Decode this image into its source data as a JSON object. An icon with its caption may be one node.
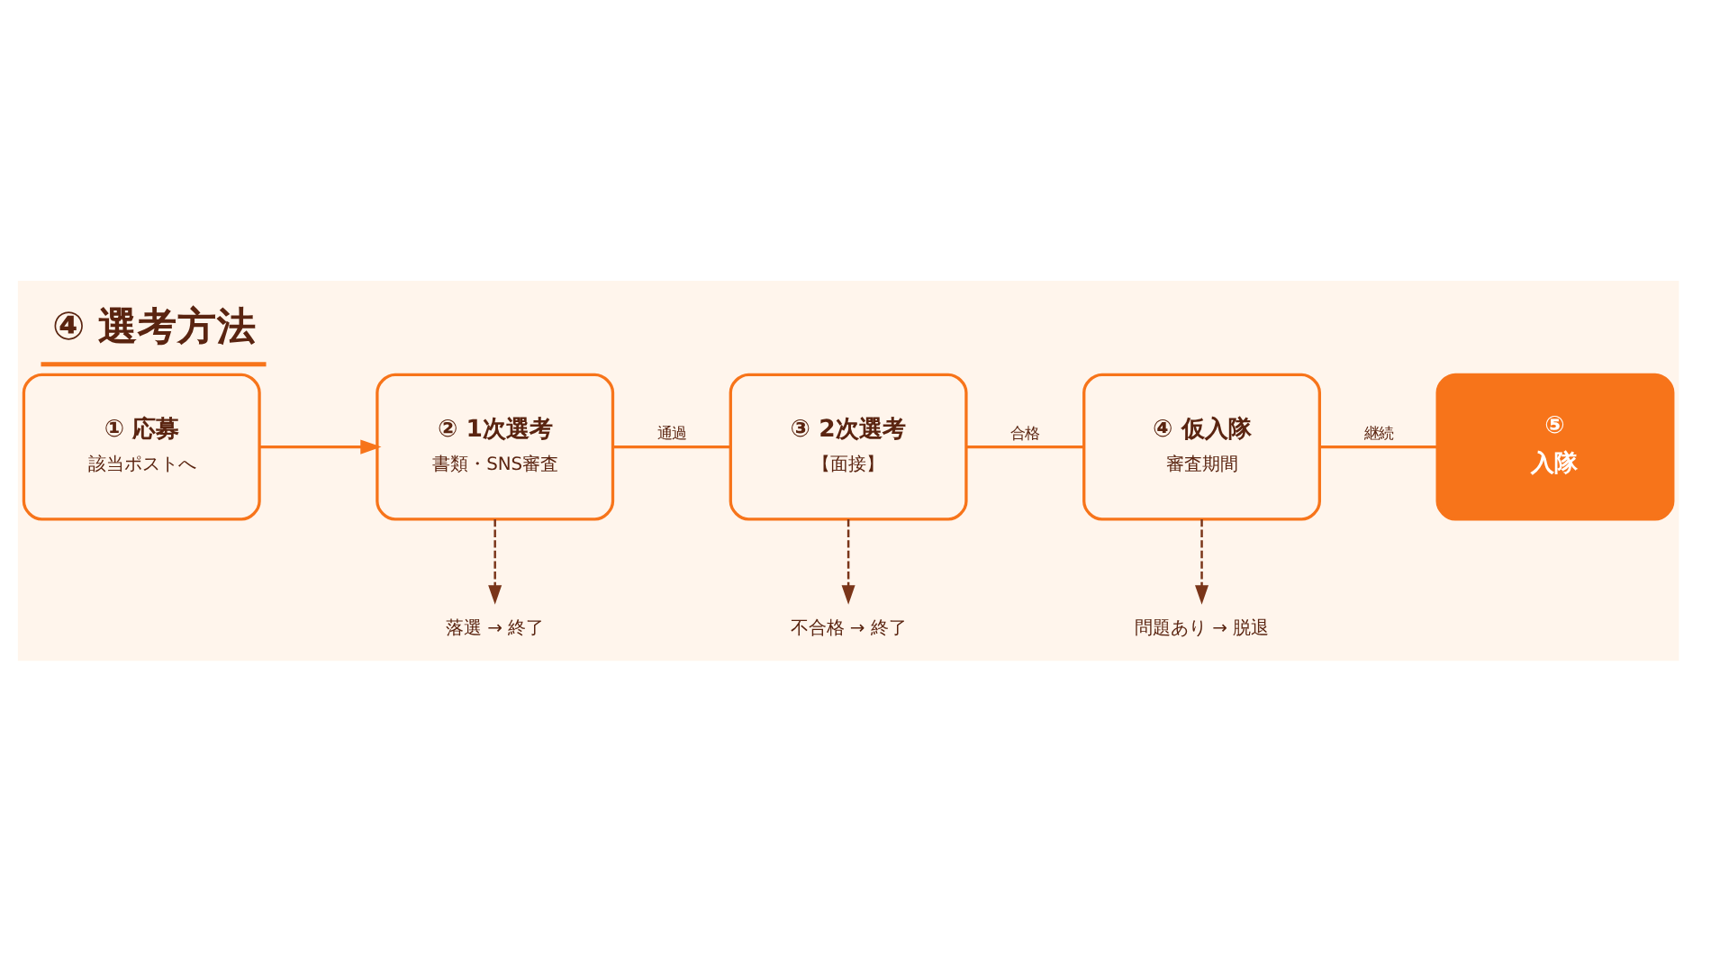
{
  "diagram": {
    "title": "④ 選考方法",
    "nodes": [
      {
        "text": [
          "① 応募",
          "該当ポストへ"
        ]
      },
      {
        "text": [
          "② 1次選考",
          "書類・SNS審査"
        ]
      },
      {
        "text": [
          "③ 2次選考",
          "【面接】"
        ]
      },
      {
        "text": [
          "④ 仮入隊",
          "審査期間"
        ]
      },
      {
        "text": [
          "⑤",
          "入隊"
        ]
      },
      {
        "text": [
          "落選 → 終了"
        ]
      },
      {
        "text": [
          "不合格 → 終了"
        ]
      },
      {
        "text": [
          "問題あり → 脱退"
        ]
      }
    ],
    "edges": [
      {
        "from": 0,
        "to": 1,
        "arrow": "to"
      },
      {
        "from": 1,
        "to": 2,
        "arrow": "none",
        "label": "通過"
      },
      {
        "from": 2,
        "to": 3,
        "arrow": "none",
        "label": "合格"
      },
      {
        "from": 3,
        "to": 4,
        "arrow": "none",
        "label": "継続"
      },
      {
        "from": 1,
        "to": 5,
        "arrow": "to",
        "style": "dashed",
        "color": "#7a3519"
      },
      {
        "from": 2,
        "to": 6,
        "arrow": "to",
        "style": "dashed",
        "color": "#7a3519"
      },
      {
        "from": 3,
        "to": 7,
        "arrow": "to",
        "style": "dashed",
        "color": "#7a3519"
      }
    ]
  }
}
